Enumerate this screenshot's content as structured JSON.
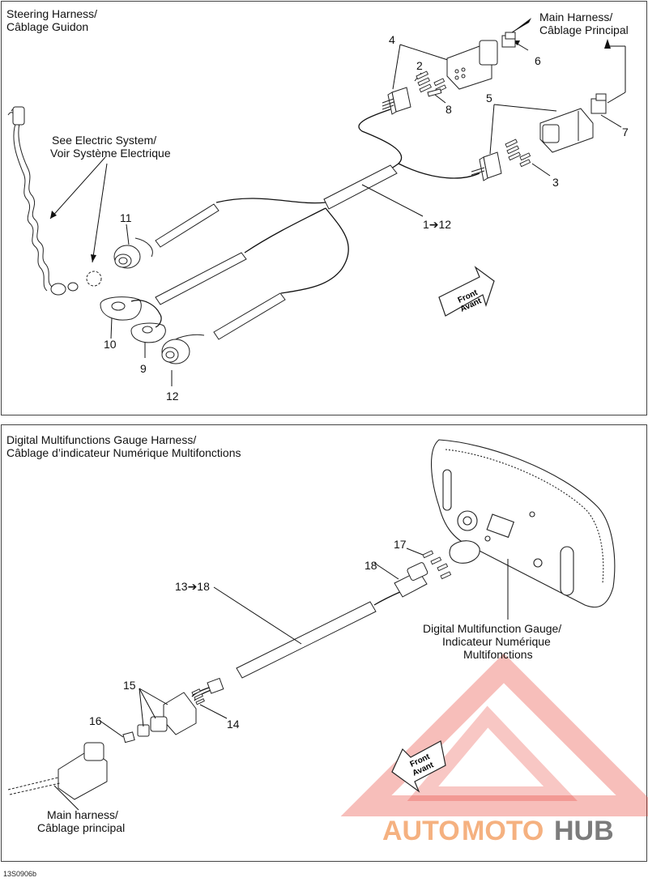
{
  "top_panel": {
    "title_line1": "Steering Harness/",
    "title_line2": "Câblage Guidon",
    "note_see_electric_1": "See Electric System/",
    "note_see_electric_2": "Voir Système Electrique",
    "main_harness_1": "Main Harness/",
    "main_harness_2": "Câblage Principal",
    "range_label": "1➔12",
    "front_1": "Front",
    "front_2": "Avant",
    "callouts": {
      "c2": "2",
      "c3": "3",
      "c4": "4",
      "c5": "5",
      "c6": "6",
      "c7": "7",
      "c8": "8",
      "c9": "9",
      "c10": "10",
      "c11": "11",
      "c12": "12"
    }
  },
  "bottom_panel": {
    "title_line1": "Digital Multifunctions Gauge Harness/",
    "title_line2": "Câblage d’indicateur Numérique Multifonctions",
    "gauge_1": "Digital Multifunction Gauge/",
    "gauge_2": "Indicateur Numérique",
    "gauge_3": "Multifonctions",
    "main_harness_1": "Main harness/",
    "main_harness_2": "Câblage principal",
    "range_label": "13➔18",
    "front_1": "Front",
    "front_2": "Avant",
    "callouts": {
      "c14": "14",
      "c15": "15",
      "c16": "16",
      "c17": "17",
      "c18": "18"
    }
  },
  "watermark": {
    "part1": "AUTO",
    "part2": "MOTO",
    "part3": "HUB",
    "colors": {
      "red": "#e8443a",
      "orange": "#f3a36a",
      "gray": "#7c7c7c"
    }
  },
  "figure_id": "13S0906b"
}
